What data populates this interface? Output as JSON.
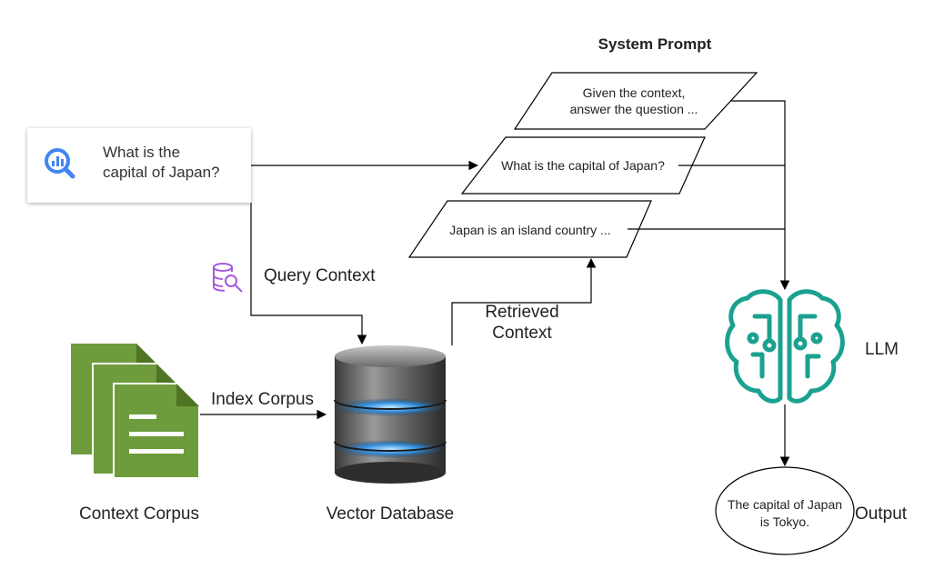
{
  "query": {
    "text": "What is the\ncapital of Japan?",
    "icon": "search-analytics-icon"
  },
  "system_prompt": {
    "title": "System Prompt",
    "instruction": [
      "Given the context,",
      "answer the question ..."
    ],
    "question": "What is the capital of Japan?",
    "context": "Japan is an island country ..."
  },
  "labels": {
    "query_context": "Query Context",
    "retrieved_context": [
      "Retrieved",
      "Context"
    ],
    "index_corpus": "Index Corpus",
    "context_corpus": "Context Corpus",
    "vector_database": "Vector Database",
    "llm": "LLM",
    "output": "Output"
  },
  "output": {
    "text": [
      "The capital of Japan",
      "is Tokyo."
    ]
  },
  "colors": {
    "corpus_green": "#6e9b3c",
    "llm_teal": "#1aa18f",
    "db_icon_purple": "#a35be0",
    "search_blue": "#4285f4"
  }
}
